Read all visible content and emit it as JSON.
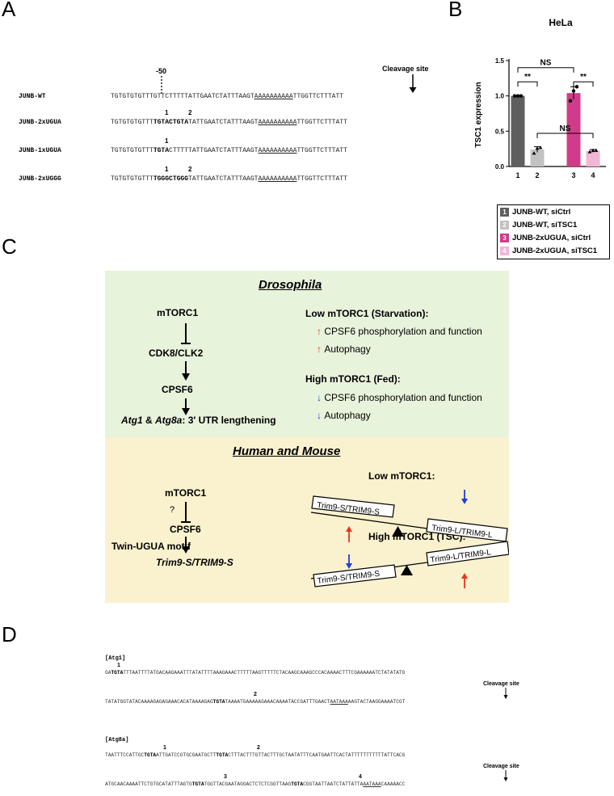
{
  "panels": {
    "a": "A",
    "b": "B",
    "c": "C",
    "d": "D"
  },
  "panel_a": {
    "minus50": "-50",
    "cleavage": "Cleavage site",
    "rows": [
      {
        "name": "JUNB-WT",
        "pre": "TGTGTGTGTTTGTTCTTTTTATTGAATCTATTTAAGT",
        "bold": "",
        "mid": "",
        "polyA": "AAAAAAAAAA",
        "post": "TTGGTTCTTTATT"
      },
      {
        "name": "JUNB-2xUGUA",
        "pre": "TGTGTGTGTTT",
        "bold": "TGTACTGTA",
        "mid": "TATTGAATCTATTTAAGT",
        "polyA": "AAAAAAAAAA",
        "post": "TTGGTTCTTTATT"
      },
      {
        "name": "JUNB-1xUGUA",
        "pre": "TGTGTGTGTTT",
        "bold": "TGTA",
        "mid": "CTTTTTATTGAATCTATTTAAGT",
        "polyA": "AAAAAAAAAA",
        "post": "TTGGTTCTTTATT"
      },
      {
        "name": "JUNB-2xUGGG",
        "pre": "TGTGTGTGTTT",
        "bold": "TGGGCTGGG",
        "mid": "TATTGAATCTATTTAAGT",
        "polyA": "AAAAAAAAAA",
        "post": "TTGGTTCTTTATT"
      }
    ],
    "marks": {
      "m1": "1",
      "m2": "2"
    }
  },
  "chart_data": {
    "type": "bar",
    "title": "HeLa",
    "ylabel": "TSC1 expression",
    "ylim": [
      0,
      1.5
    ],
    "yticks": [
      "0.0",
      "0.5",
      "1.0",
      "1.5"
    ],
    "categories": [
      "1",
      "2",
      "3",
      "4"
    ],
    "values": [
      1.0,
      0.24,
      1.04,
      0.22
    ],
    "errors": [
      0.0,
      0.04,
      0.09,
      0.02
    ],
    "points": [
      [
        1.0,
        1.0,
        1.0
      ],
      [
        0.19,
        0.26,
        0.27
      ],
      [
        0.93,
        1.07,
        1.13
      ],
      [
        0.21,
        0.23,
        0.23
      ]
    ],
    "colors": [
      "#5f5f5f",
      "#c2c2c2",
      "#d03c8a",
      "#f2b6d6"
    ],
    "significance": [
      {
        "label": "**"
      },
      {
        "label": "NS"
      },
      {
        "label": "**"
      },
      {
        "label": "NS"
      }
    ],
    "legend": [
      {
        "num": "1",
        "label": "JUNB-WT, siCtrl"
      },
      {
        "num": "2",
        "label": "JUNB-WT, siTSC1"
      },
      {
        "num": "3",
        "label": "JUNB-2xUGUA, siCtrl"
      },
      {
        "num": "4",
        "label": "JUNB-2xUGUA, siTSC1"
      }
    ]
  },
  "panel_c": {
    "drosophila_title": "Drosophila",
    "dros_nodes": [
      "mTORC1",
      "CDK8/CLK2",
      "CPSF6"
    ],
    "dros_bottom_italic1": "Atg1",
    "dros_bottom_amp": " & ",
    "dros_bottom_italic2": "Atg8a",
    "dros_bottom_rest": ": 3′ UTR lengthening",
    "low_title": "Low mTORC1 (Starvation):",
    "low_items": [
      "CPSF6 phosphorylation and function",
      "Autophagy"
    ],
    "high_title": "High mTORC1 (Fed):",
    "high_items": [
      "CPSF6 phosphorylation and function",
      "Autophagy"
    ],
    "human_title": "Human and Mouse",
    "hm_nodes": [
      "mTORC1",
      "CPSF6"
    ],
    "question": "?",
    "twin": "Twin-UGUA motif",
    "trim_s_italic": "Trim9-S/TRIM9-S",
    "low1": "Low mTORC1:",
    "high1": "High mTORC1 (TSC):",
    "iso_s": "Trim9-S/TRIM9-S",
    "iso_l": "Trim9-L/TRIM9-L",
    "arrow_up_color": "#e8341c",
    "arrow_down_color": "#1f3fd6"
  },
  "panel_d": {
    "atg1_label": "[Atg1]",
    "atg8a_label": "[Atg8a]",
    "cleavage": "Cleavage site",
    "l1_pre": "GA",
    "l1_b": "TGTA",
    "l1_post": "TTTAATTTTATGACAAGAAATTTATATTTTAAAGAAACTTTTTAAGTTTTTCTACAAGCAAAGCCCACAAAACTTTCGAAAAAATCTATATATG",
    "l2_pre": "TATATGGTATACAAAAGAGAGAAACACATAAAAGAG",
    "l2_b": "TGTA",
    "l2_mid": "TAAAATGAAAAAGAAACAAAATACCGATTTGAACT",
    "l2_u": "AATAAA",
    "l2_post": "AAGTACTAAGGAAAATCGT",
    "l3_pre": "TAATTTCCATTGC",
    "l3_b1": "TGTA",
    "l3_mid": "ATTGATCCGTGCGAATGCTT",
    "l3_b2": "TGTA",
    "l3_post": "CTTTACTTTGTTACTTTGCTAATATTTCAATGAATTCACTATTTTTTTTTTTATTCACG",
    "l4_pre": "ATGCAACAAAATTCTGTGCATATTTAGTG",
    "l4_b1": "TGTA",
    "l4_mid": "TGGTTACGAATAGGACTCTCTCGGTTAAG",
    "l4_b2": "TGTA",
    "l4_mid2": "CGGTAATTAATCTATTATTA",
    "l4_u": "AATAAA",
    "l4_post": "CAAAAACC",
    "n1": "1",
    "n2": "2",
    "n3": "3",
    "n4": "4"
  }
}
